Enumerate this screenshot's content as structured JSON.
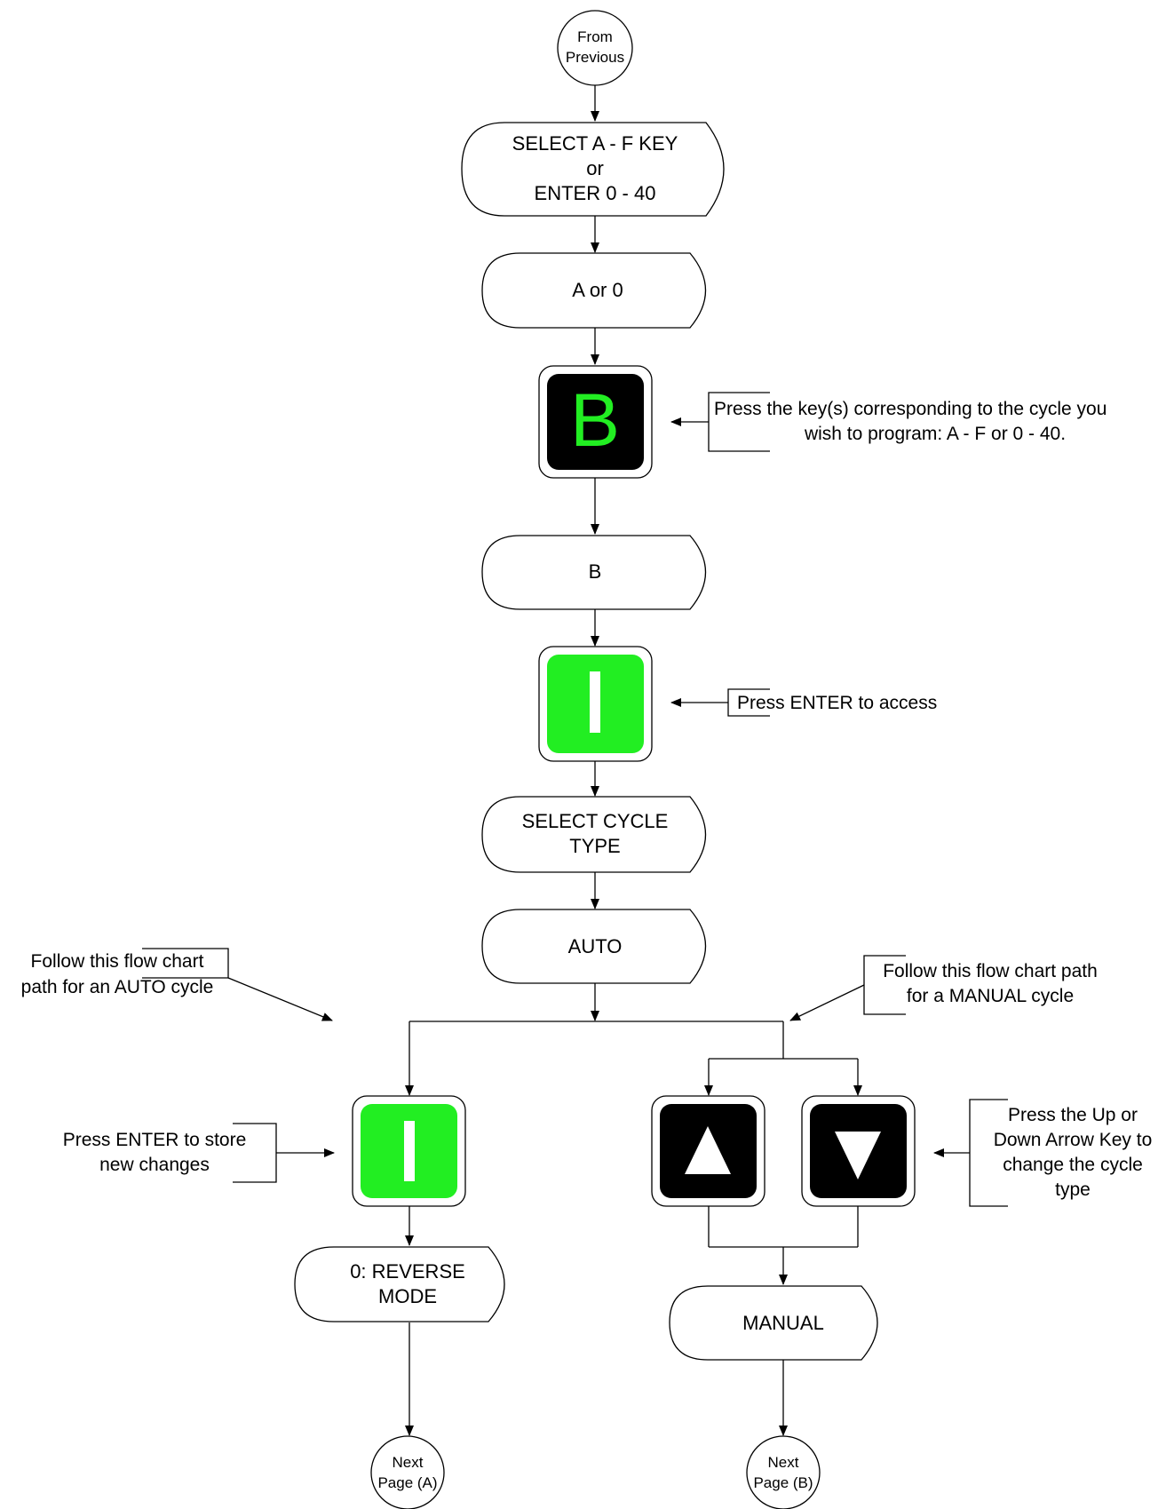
{
  "title": "",
  "connectors": {
    "start": {
      "line1": "From",
      "line2": "Previous"
    },
    "end_a": {
      "line1": "Next",
      "line2": "Page (A)"
    },
    "end_b": {
      "line1": "Next",
      "line2": "Page (B)"
    }
  },
  "displays": {
    "select_key": {
      "line1": "SELECT A - F KEY",
      "line2": "or",
      "line3": "ENTER 0 - 40"
    },
    "a_or_0": {
      "line1": "A or 0"
    },
    "b": {
      "line1": "B"
    },
    "select_cycle_type": {
      "line1": "SELECT CYCLE",
      "line2": "TYPE"
    },
    "auto": {
      "line1": "AUTO"
    },
    "reverse_mode": {
      "line1": "0: REVERSE",
      "line2": "MODE"
    },
    "manual": {
      "line1": "MANUAL"
    }
  },
  "keys": {
    "b_key": {
      "label": "B",
      "icon": "letter-b-key",
      "face_color": "#000000",
      "glyph_color": "#22ee22"
    },
    "enter_key_1": {
      "icon": "enter-key",
      "face_color": "#22ee22",
      "glyph_color": "#ffffff"
    },
    "enter_key_2": {
      "icon": "enter-key",
      "face_color": "#22ee22",
      "glyph_color": "#ffffff"
    },
    "up_arrow_key": {
      "icon": "up-arrow-key",
      "face_color": "#000000",
      "glyph_color": "#ffffff"
    },
    "down_arrow_key": {
      "icon": "down-arrow-key",
      "face_color": "#000000",
      "glyph_color": "#ffffff"
    }
  },
  "notes": {
    "press_key": {
      "line1": "Press the key(s) corresponding to the cycle you",
      "line2": "wish to program: A - F or 0 - 40."
    },
    "press_enter_access": {
      "line1": "Press ENTER to access"
    },
    "auto_path": {
      "line1": "Follow this flow chart",
      "line2": "path for an AUTO cycle"
    },
    "manual_path": {
      "line1": "Follow this flow chart path",
      "line2": "for a MANUAL cycle"
    },
    "press_enter_store": {
      "line1": "Press ENTER to store",
      "line2": "new changes"
    },
    "press_arrows": {
      "line1": "Press the Up or",
      "line2": "Down Arrow Key to",
      "line3": "change the cycle",
      "line4": "type"
    }
  }
}
